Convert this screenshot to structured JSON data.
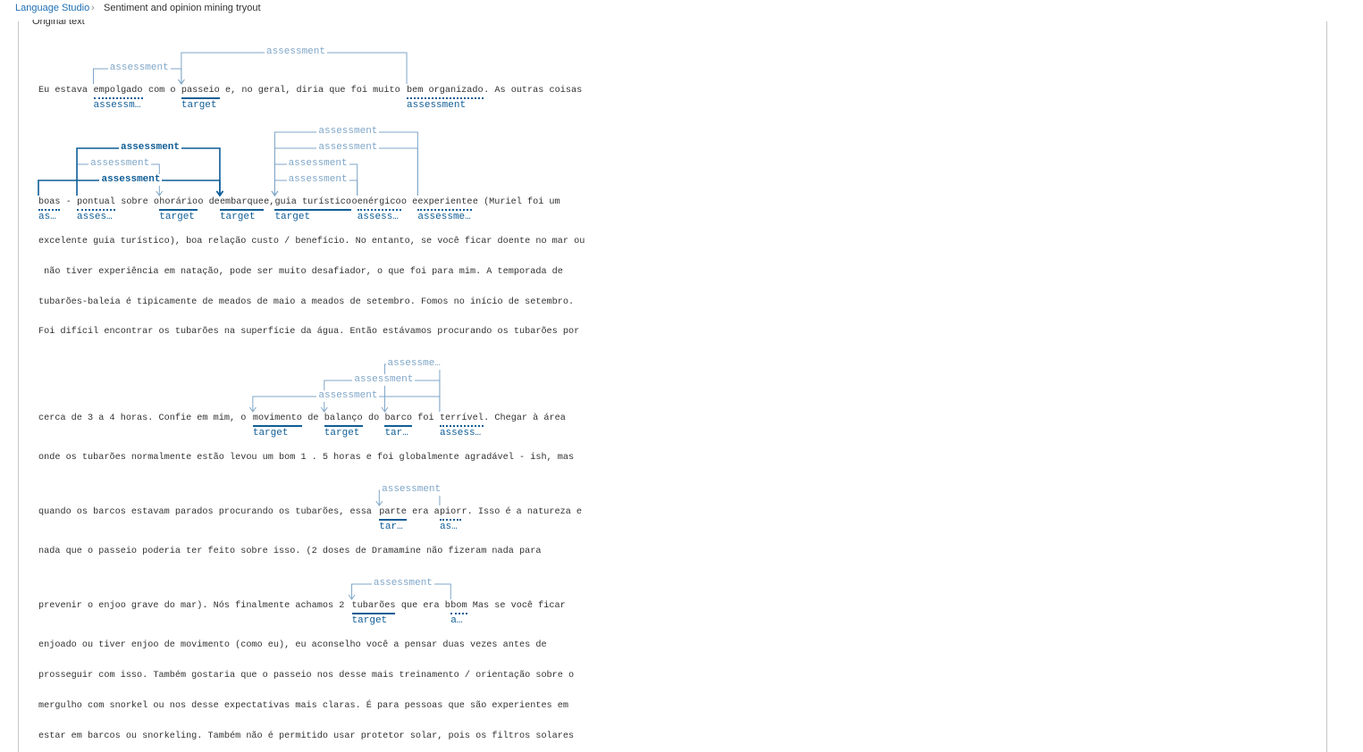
{
  "breadcrumb": {
    "home": "Language Studio",
    "current": "Sentiment and opinion mining tryout"
  },
  "section": {
    "label": "Original text"
  },
  "colors": {
    "accent": "#0f5d96",
    "arc_light": "#7fa6c8",
    "link": "#1f6fb4"
  },
  "icons": {
    "breadcrumb_separator": "chevron-right-icon"
  },
  "lines": [
    "Eu estava empolgado com o passeio e, no geral, diria que foi muito bem organizado. As outras coisas",
    "boas - pontual sobre o horário de embarque, guia turístico enérgico e experiente (Muriel foi um",
    "excelente guia turístico), boa relação custo / benefício. No entanto, se você ficar doente no mar ou",
    " não tiver experiência em natação, pode ser muito desafiador, o que foi para mim. A temporada de",
    "tubarões-baleia é tipicamente de meados de maio a meados de setembro. Fomos no início de setembro.",
    "Foi difícil encontrar os tubarões na superfície da água. Então estávamos procurando os tubarões por",
    "cerca de 3 a 4 horas. Confie em mim, o movimento de balanço do barco foi terrível. Chegar à área",
    "onde os tubarões normalmente estão levou um bom 1 . 5 horas e foi globalmente agradável - ish, mas",
    "quando os barcos estavam parados procurando os tubarões, essa parte era a pior. Isso é a natureza e",
    "nada que o passeio poderia ter feito sobre isso. (2 doses de Dramamine não fizeram nada para",
    "prevenir o enjoo grave do mar). Nós finalmente achamos 2 tubarões que era bom. Mas se você ficar",
    "enjoado ou tiver enjoo de movimento (como eu), eu aconselho você a pensar duas vezes antes de",
    "prosseguir com isso. Também gostaria que o passeio nos desse mais treinamento / orientação sobre o",
    "mergulho com snorkel ou nos desse expectativas mais claras. É para pessoas que são experientes em",
    "estar em barcos ou snorkeling. Também não é permitido usar protetor solar, pois os filtros solares"
  ],
  "entities": [
    {
      "line": 0,
      "start": 10,
      "text": "empolgado",
      "kind": "assessment",
      "label": "assessm…"
    },
    {
      "line": 0,
      "start": 26,
      "text": "passeio",
      "kind": "target",
      "label": "target"
    },
    {
      "line": 0,
      "start": 67,
      "text": "bem organizado",
      "kind": "assessment",
      "label": "assessment"
    },
    {
      "line": 1,
      "start": 0,
      "text": "boas",
      "kind": "assessment",
      "label": "as…"
    },
    {
      "line": 1,
      "start": 7,
      "text": "pontual",
      "kind": "assessment",
      "label": "asses…"
    },
    {
      "line": 1,
      "start": 22,
      "text": "horário",
      "kind": "target",
      "label": "target"
    },
    {
      "line": 1,
      "start": 33,
      "text": "embarque",
      "kind": "target",
      "label": "target"
    },
    {
      "line": 1,
      "start": 43,
      "text": "guia turístico",
      "kind": "target",
      "label": "target"
    },
    {
      "line": 1,
      "start": 58,
      "text": "enérgico",
      "kind": "assessment",
      "label": "assess…"
    },
    {
      "line": 1,
      "start": 69,
      "text": "experiente",
      "kind": "assessment",
      "label": "assessme…"
    },
    {
      "line": 6,
      "start": 39,
      "text": "movimento",
      "kind": "target",
      "label": "target"
    },
    {
      "line": 6,
      "start": 52,
      "text": "balanço",
      "kind": "target",
      "label": "target"
    },
    {
      "line": 6,
      "start": 63,
      "text": "barco",
      "kind": "target",
      "label": "tar…"
    },
    {
      "line": 6,
      "start": 73,
      "text": "terrível",
      "kind": "assessment",
      "label": "assess…"
    },
    {
      "line": 8,
      "start": 62,
      "text": "parte",
      "kind": "target",
      "label": "tar…"
    },
    {
      "line": 8,
      "start": 73,
      "text": "pior",
      "kind": "assessment",
      "label": "as…"
    },
    {
      "line": 10,
      "start": 57,
      "text": "tubarões",
      "kind": "target",
      "label": "target"
    },
    {
      "line": 10,
      "start": 75,
      "text": "bom",
      "kind": "assessment",
      "label": "a…"
    }
  ],
  "relations": [
    {
      "line": 0,
      "from": 0,
      "to": 1,
      "level": 0,
      "label": "assessment"
    },
    {
      "line": 0,
      "from": 2,
      "to": 1,
      "level": 1,
      "label": "assessment"
    },
    {
      "line": 1,
      "from": 3,
      "to": 6,
      "level": 0,
      "label": "assessment",
      "emphasis": true
    },
    {
      "line": 1,
      "from": 4,
      "to": 5,
      "level": 1,
      "label": "assessment"
    },
    {
      "line": 1,
      "from": 4,
      "to": 6,
      "level": 2,
      "label": "assessment",
      "emphasis": true
    },
    {
      "line": 1,
      "from": 8,
      "to": 7,
      "level": 0,
      "label": "assessment"
    },
    {
      "line": 1,
      "from": 8,
      "to": 7,
      "level": 1,
      "label": "assessment"
    },
    {
      "line": 1,
      "from": 9,
      "to": 7,
      "level": 2,
      "label": "assessment"
    },
    {
      "line": 1,
      "from": 9,
      "to": 7,
      "level": 3,
      "label": "assessment"
    },
    {
      "line": 6,
      "from": 13,
      "to": 10,
      "level": 0,
      "label": "assessment"
    },
    {
      "line": 6,
      "from": 13,
      "to": 11,
      "level": 1,
      "label": "assessment"
    },
    {
      "line": 6,
      "from": 13,
      "to": 12,
      "level": 2,
      "label": "assessme…"
    },
    {
      "line": 8,
      "from": 15,
      "to": 14,
      "level": 0,
      "label": "assessment"
    },
    {
      "line": 10,
      "from": 17,
      "to": 16,
      "level": 0,
      "label": "assessment"
    }
  ]
}
